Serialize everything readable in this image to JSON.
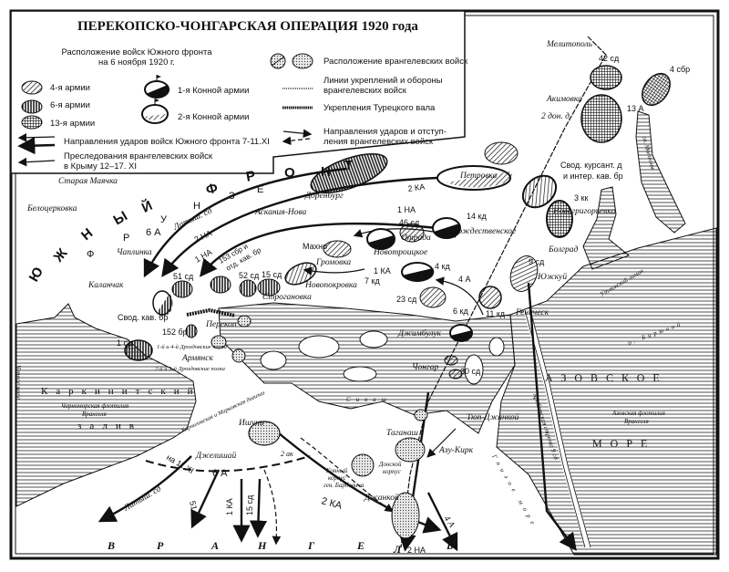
{
  "title": "ПЕРЕКОПСКО-ЧОНГАРСКАЯ ОПЕРАЦИЯ 1920 года",
  "legend": {
    "subtitle_1": "Расположение войск Южного фронта",
    "subtitle_2": "на 6 ноября 1920 г.",
    "army_4": "4-я армии",
    "army_6": "6-я армии",
    "army_13": "13-я армии",
    "cavalry_1": "1-я Конной армии",
    "cavalry_2": "2-я Конной армии",
    "wrangel": "Расположение врангелевских войск",
    "fortification_1": "Линии укреплений и обороны",
    "fortification_2": "врангелевских войск",
    "turkish_wall": "Укрепления Турецкого вала",
    "wrangel_moves_1": "Направления ударов и отступ-",
    "wrangel_moves_2": "ления врангелевских войск",
    "south_front_strikes": "Направления ударов войск Южного фронта 7-11.XI",
    "pursuit_1": "Преследования врангелевских войск",
    "pursuit_2": "в Крыму 12–17. XI"
  },
  "map": {
    "settlements": [
      "Мелитополь",
      "Акимовка",
      "Новогригорьевка",
      "Болград",
      "Южкуй",
      "Петровка",
      "Доренбург",
      "Аскания-Нова",
      "Рождественское",
      "Отрада",
      "Новотроицкое",
      "Махно",
      "Громовка",
      "Новопокровка",
      "Строгановка",
      "Геническ",
      "Джимбулук",
      "Чонгар",
      "Тюп-Джанкой",
      "Таганаш",
      "Азу-Кирк",
      "Джанкой",
      "Старая Маячка",
      "Белоцерковка",
      "Чаплинка",
      "Каланчак",
      "Перекоп",
      "Армянск",
      "Ишунь",
      "Джелишай"
    ],
    "units": [
      "42 сд",
      "4 сбр",
      "13 А",
      "2 дон. д",
      "Свод. курсант. д",
      "и интер. кав. бр",
      "3 кк",
      "9 сд",
      "2 КА",
      "1 НА",
      "46 сд",
      "14 кд",
      "1 КА",
      "4 кд",
      "7 кд",
      "4 А",
      "23 сд",
      "11 кд",
      "6 кд",
      "30 сд",
      "Донской",
      "корпус",
      "Конный",
      "корпус",
      "ген. Барбовича",
      "2 КА",
      "2 НА",
      "4 А",
      "Латыш. сд",
      "6 А",
      "2 НА",
      "1 НА",
      "153 сбр и",
      "отд. кав. бр",
      "51 сд",
      "52 сд",
      "15 сд",
      "Свод. кав. бр",
      "152 бр",
      "1 сд",
      "1-й и 4-й Дроздовские полки",
      "2-й и 3-й Дроздовские полки",
      "Корниловская и Марковская дивизии",
      "на 11 XI",
      "6 А",
      "2 ак",
      "Латыш. сд",
      "51 сд",
      "1 КА",
      "15 сд",
      "Арабатская стрелка 9 сд"
    ],
    "water": {
      "karkinit": "Каркинитский",
      "gulf": "залив",
      "black_sea": "Черное море",
      "azov_1": "АЗОВСКОЕ",
      "azov_2": "МОРЕ",
      "black_sea_fleet_1": "Черноморская флотилия",
      "black_sea_fleet_2": "Врангеля",
      "azov_fleet_1": "Азовская флотилия",
      "azov_fleet_2": "Врангеля",
      "molochnoe": "оз. Молочное",
      "utlyuk": "Утлюкский лиман",
      "biryuchy": "о. Бирючий",
      "sivash": "Сиваш",
      "gnile_more": "Гнилое море"
    },
    "front_letters": [
      "Ю",
      "Ж",
      "Н",
      "Ы",
      "Й",
      "Ф",
      "Р",
      "О",
      "Н",
      "Т"
    ],
    "commander_letters": [
      "Ф",
      "Р",
      "У",
      "Н",
      "З",
      "Е"
    ],
    "enemy_letters": [
      "В",
      "Р",
      "А",
      "Н",
      "Г",
      "Е",
      "Л",
      "Ь"
    ]
  }
}
